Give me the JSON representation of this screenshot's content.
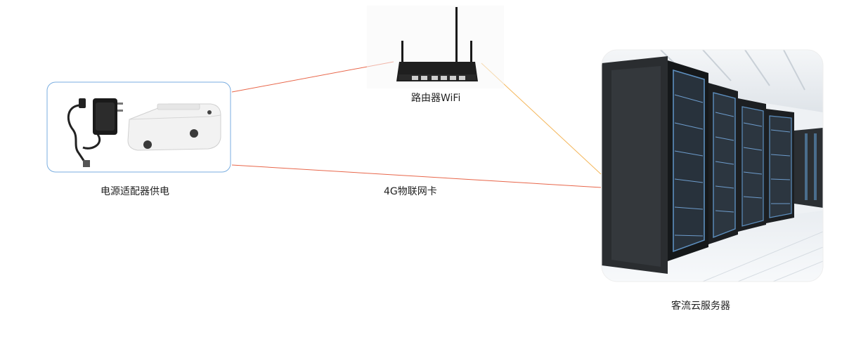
{
  "nodes": {
    "device": {
      "label": "电源适配器供电",
      "icon": "camera-counter-and-power-adapter"
    },
    "router": {
      "label": "路由器WiFi",
      "icon": "wifi-router"
    },
    "server": {
      "label": "客流云服务器",
      "icon": "server-racks"
    }
  },
  "links": {
    "fourg": {
      "label": "4G物联网卡"
    }
  },
  "colors": {
    "link_red": "#e8664a",
    "link_orange": "#f4b65a",
    "device_border": "#7aaee0"
  }
}
